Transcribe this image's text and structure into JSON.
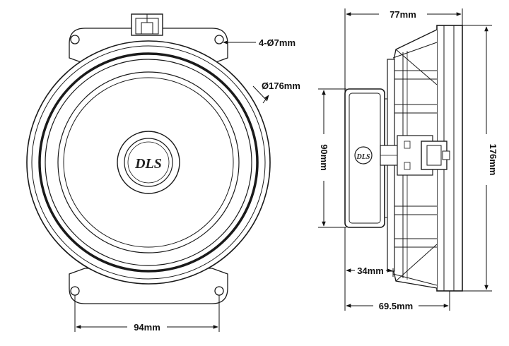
{
  "dimensions": {
    "mount_holes": "4-Ø7mm",
    "outer_diameter": "Ø176mm",
    "hole_spacing": "94mm",
    "depth_total": "77mm",
    "height_total": "176mm",
    "magnet_diameter": "90mm",
    "magnet_depth": "34mm",
    "mount_depth": "69.5mm"
  },
  "logo": "DLS",
  "colors": {
    "line": "#1a1a1a",
    "background": "#ffffff",
    "shade": "#dedede"
  }
}
